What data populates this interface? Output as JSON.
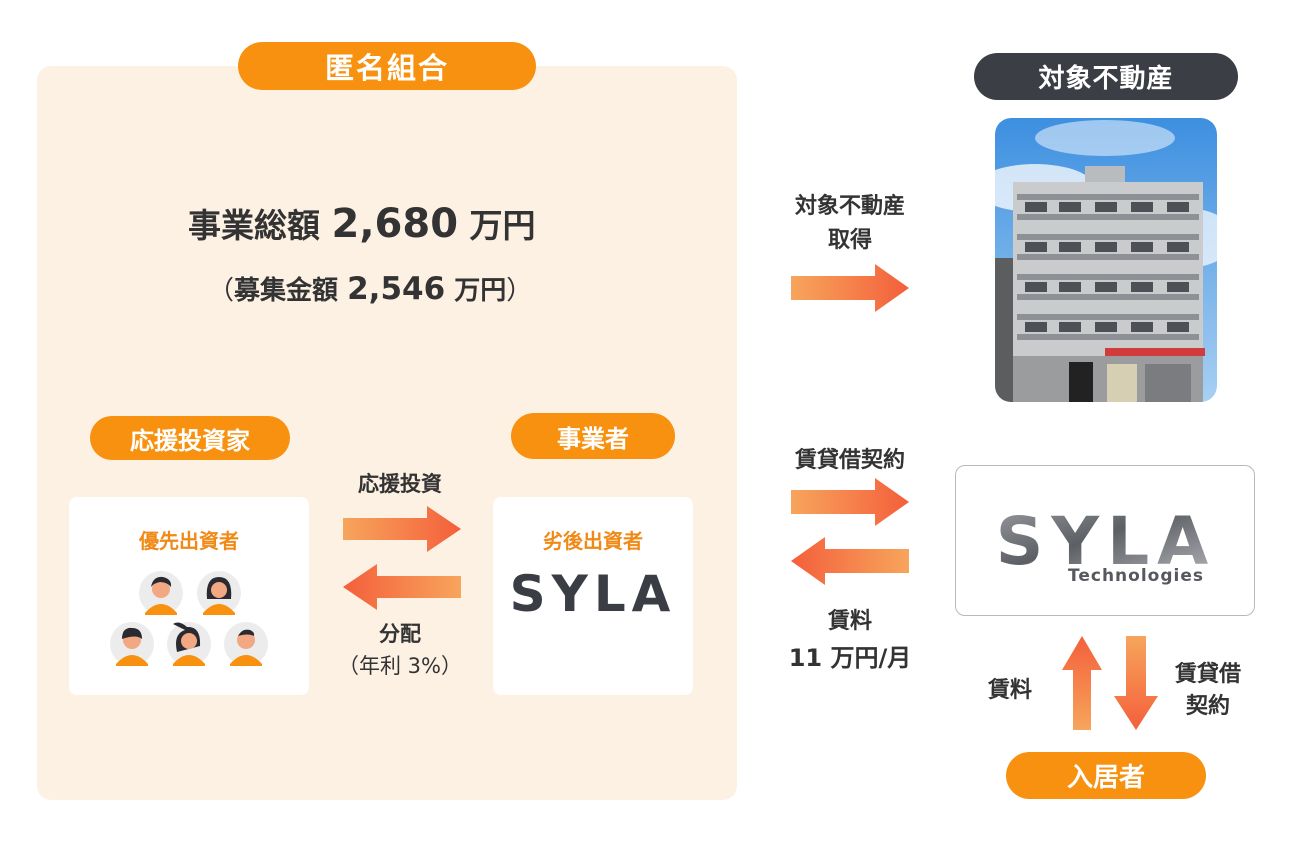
{
  "colors": {
    "orange": "#f7910f",
    "dark_pill": "#3b3e44",
    "panel_bg": "#fdf1e4",
    "text": "#333333",
    "orange_text": "#f08a17",
    "arrow_from": "#f7a55c",
    "arrow_to": "#f45f3b"
  },
  "kumiai": {
    "label": "匿名組合",
    "total_prefix": "事業総額",
    "total_value": "2,680",
    "total_unit": "万円",
    "raise_open": "（",
    "raise_prefix": "募集金額",
    "raise_value": "2,546",
    "raise_unit": "万円",
    "raise_close": "）"
  },
  "investor": {
    "pill": "応援投資家",
    "card_title": "優先出資者"
  },
  "operator": {
    "pill": "事業者",
    "card_title": "劣後出資者",
    "logo_text": "SYLA"
  },
  "middle_flow": {
    "invest_label": "応援投資",
    "dist_label": "分配",
    "dist_note": "（年利 3%）"
  },
  "property": {
    "pill": "対象不動産",
    "acquire_line1": "対象不動産",
    "acquire_line2": "取得"
  },
  "lease": {
    "label": "賃貸借契約",
    "rent_label": "賃料",
    "rent_value": "11 万円/月"
  },
  "syla_tech": {
    "logo_text": "SYLA",
    "logo_sub": "Technologies"
  },
  "tenant": {
    "pill": "入居者",
    "rent_label": "賃料",
    "contract_line1": "賃貸借",
    "contract_line2": "契約"
  },
  "icons": {
    "arrow": "arrow-icon",
    "person": "person-avatar-icon",
    "building": "building-photo"
  }
}
